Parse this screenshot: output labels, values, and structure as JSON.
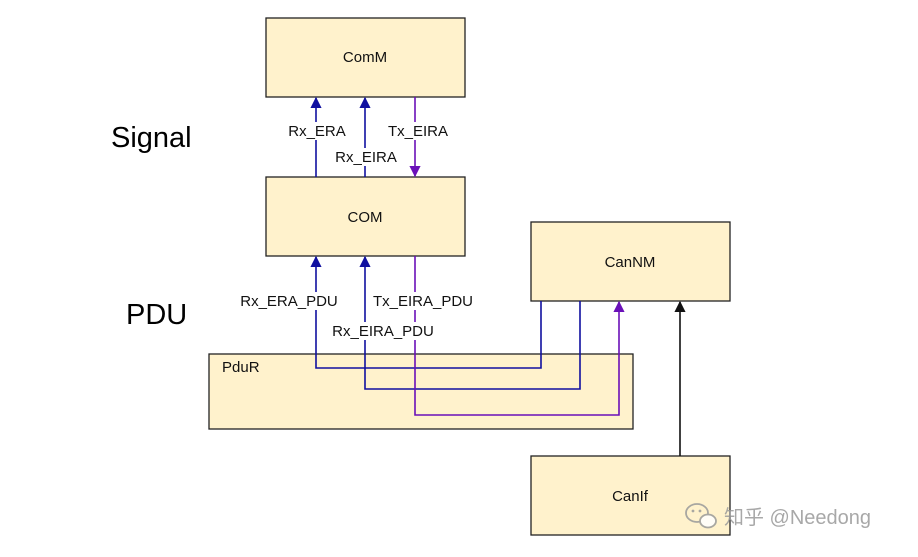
{
  "layers": {
    "signal": "Signal",
    "pdu": "PDU"
  },
  "boxes": {
    "comm": "ComM",
    "com": "COM",
    "canm": "CanNM",
    "pdur": "PduR",
    "canif": "CanIf"
  },
  "edges": {
    "rx_era": "Rx_ERA",
    "rx_eira": "Rx_EIRA",
    "tx_eira": "Tx_EIRA",
    "rx_era_pdu": "Rx_ERA_PDU",
    "rx_eira_pdu": "Rx_EIRA_PDU",
    "tx_eira_pdu": "Tx_EIRA_PDU"
  },
  "colors": {
    "rx": "#1010a0",
    "tx": "#6a10b8",
    "plain": "#111111"
  },
  "watermark": "知乎 @Needong"
}
